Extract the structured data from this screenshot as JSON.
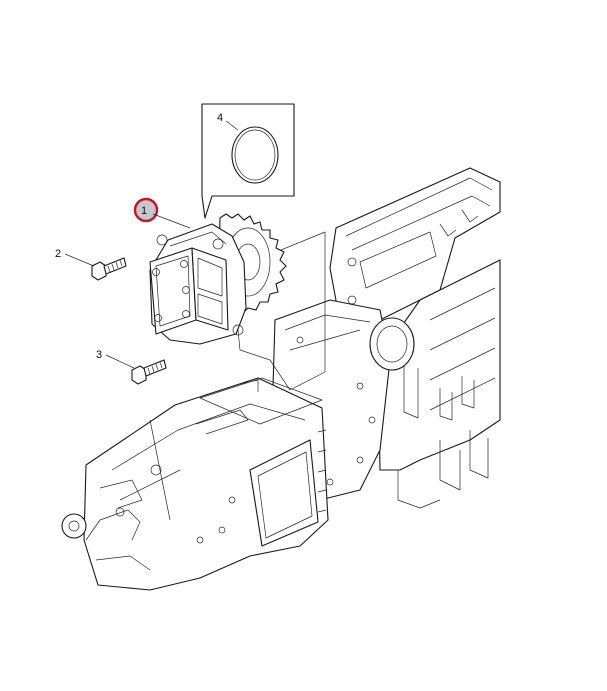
{
  "callouts": {
    "part1": "1",
    "part2": "2",
    "part3": "3",
    "part4": "4"
  },
  "colors": {
    "highlight_ring": "#c8141e",
    "highlight_fill": "#c4c7cf",
    "line": "#1a1a1a"
  }
}
